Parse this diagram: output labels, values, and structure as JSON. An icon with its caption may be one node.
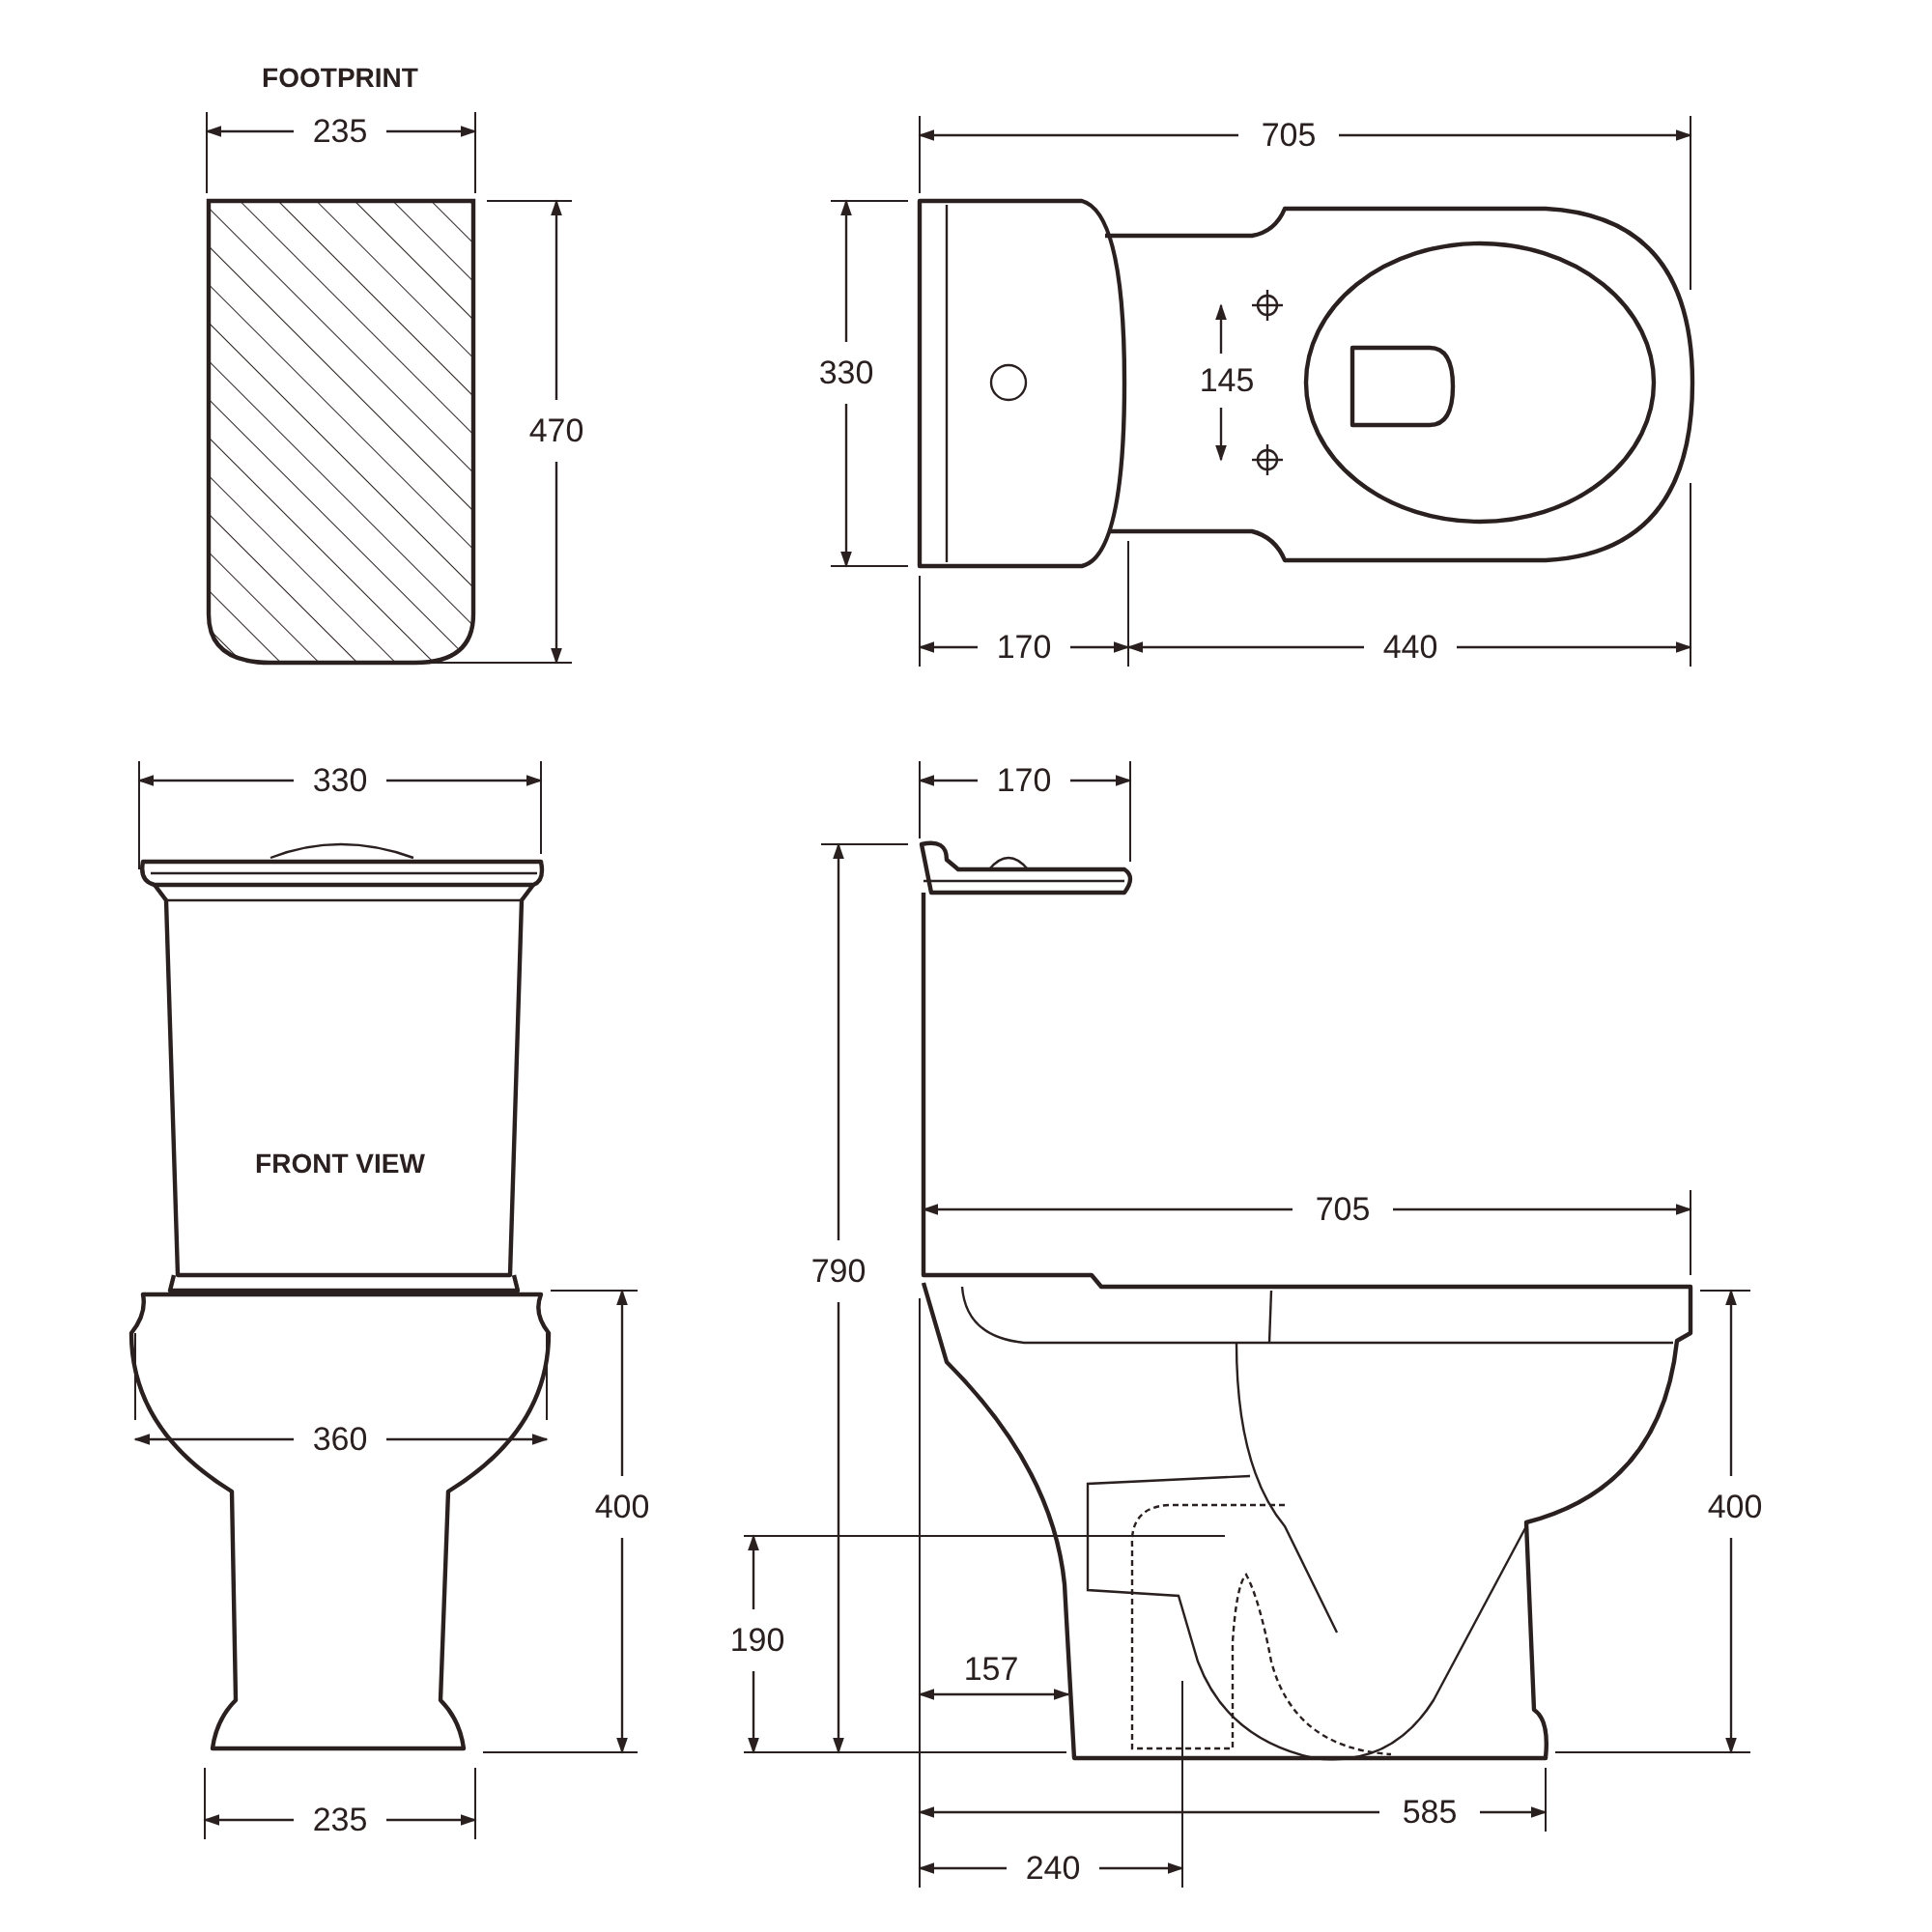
{
  "diagram": {
    "labels": [
      "FOOTPRINT",
      "235",
      "705",
      "470",
      "330",
      "145",
      "170",
      "440",
      "330",
      "170",
      "FRONT VIEW",
      "705",
      "790",
      "360",
      "400",
      "400",
      "190",
      "157",
      "235",
      "585",
      "240"
    ]
  }
}
